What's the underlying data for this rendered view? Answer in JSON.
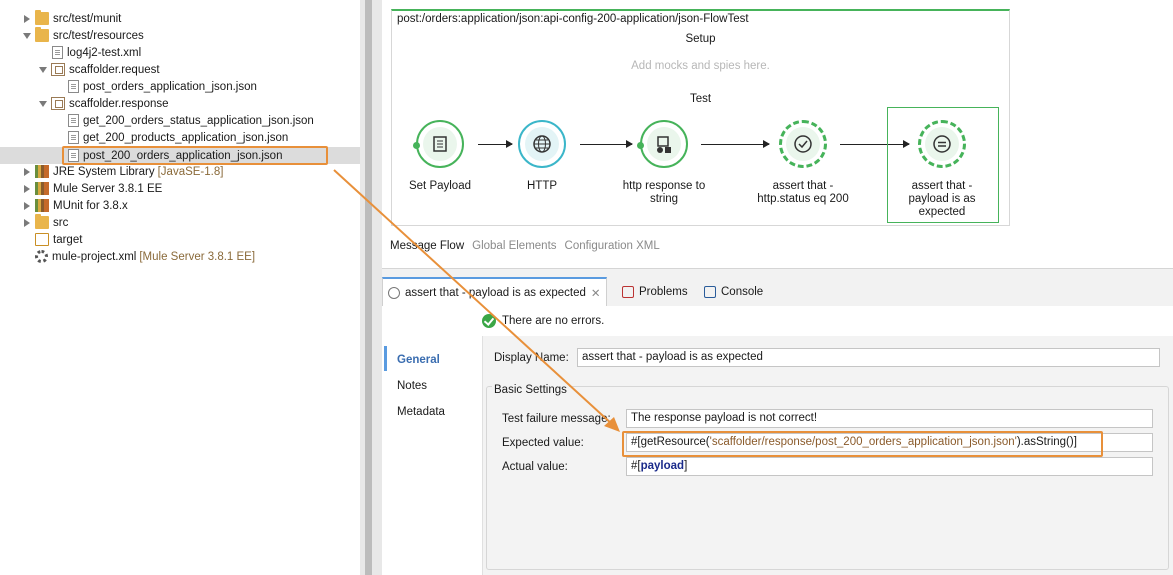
{
  "tree": {
    "items": [
      {
        "label": "src/test/munit",
        "decoration": ""
      },
      {
        "label": "src/test/resources",
        "decoration": ""
      },
      {
        "label": "log4j2-test.xml",
        "decoration": ""
      },
      {
        "label": "scaffolder.request",
        "decoration": ""
      },
      {
        "label": "post_orders_application_json.json",
        "decoration": ""
      },
      {
        "label": "scaffolder.response",
        "decoration": ""
      },
      {
        "label": "get_200_orders_status_application_json.json",
        "decoration": ""
      },
      {
        "label": "get_200_products_application_json.json",
        "decoration": ""
      },
      {
        "label": "post_200_orders_application_json.json",
        "decoration": ""
      },
      {
        "label": "JRE System Library",
        "decoration": "[JavaSE-1.8]"
      },
      {
        "label": "Mule Server 3.8.1 EE",
        "decoration": ""
      },
      {
        "label": "MUnit for 3.8.x",
        "decoration": ""
      },
      {
        "label": "src",
        "decoration": ""
      },
      {
        "label": "target",
        "decoration": ""
      },
      {
        "label": "mule-project.xml",
        "decoration": "[Mule Server 3.8.1 EE]"
      }
    ]
  },
  "canvas": {
    "flow_title": "post:/orders:application/json:api-config-200-application/json-FlowTest",
    "setup_label": "Setup",
    "setup_hint": "Add mocks and spies here.",
    "test_label": "Test",
    "nodes": [
      {
        "label": "Set Payload",
        "icon": "set-payload-icon"
      },
      {
        "label": "HTTP",
        "icon": "globe-icon"
      },
      {
        "label": "http response to string",
        "icon": "transformer-icon"
      },
      {
        "label": "assert that - http.status eq 200",
        "icon": "checkmark-icon"
      },
      {
        "label": "assert that - payload is as expected",
        "icon": "equals-icon"
      }
    ]
  },
  "editor_tabs": [
    "Message Flow",
    "Global Elements",
    "Configuration XML"
  ],
  "panel": {
    "tabs": [
      {
        "label": "assert that - payload is as expected"
      },
      {
        "label": "Problems"
      },
      {
        "label": "Console"
      }
    ],
    "nav": [
      "General",
      "Notes",
      "Metadata"
    ],
    "status_text": "There are no errors.",
    "display_name_label": "Display Name:",
    "display_name_value": "assert that - payload is as expected",
    "group_title": "Basic Settings",
    "failure_label": "Test failure message:",
    "failure_value": "The response payload is not correct!",
    "expected_label": "Expected value:",
    "expected_prefix": "#[getResource(",
    "expected_string": "'scaffolder/response/post_200_orders_application_json.json'",
    "expected_suffix": ").asString()]",
    "actual_label": "Actual value:",
    "actual_prefix": "#[",
    "actual_keyword": "payload",
    "actual_suffix": "]"
  },
  "colors": {
    "node_green": "#46b35a",
    "highlight_orange": "#e8903a",
    "link_blue": "#3a6db0"
  }
}
